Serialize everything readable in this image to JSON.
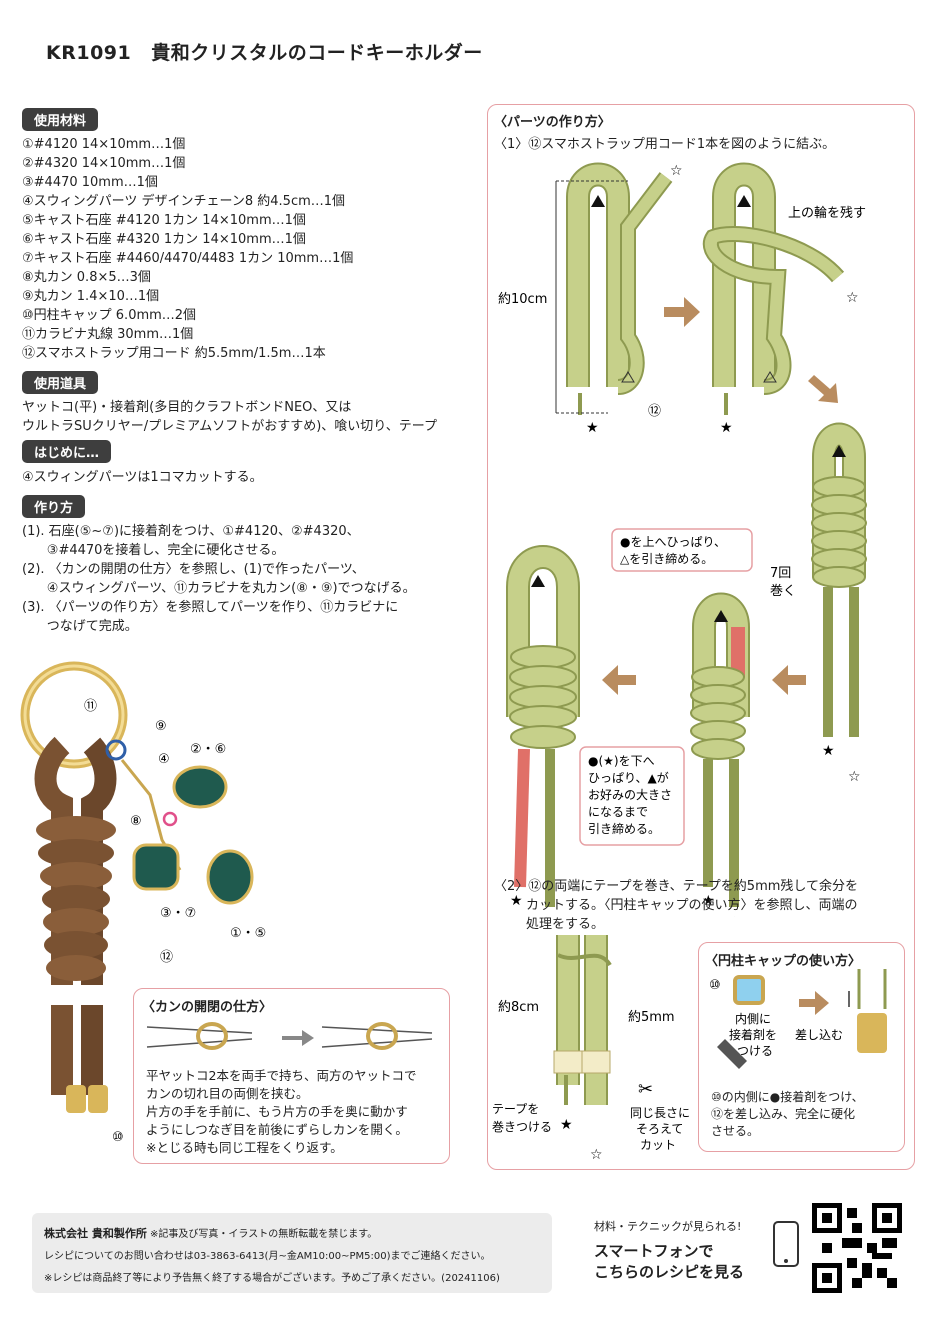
{
  "header": {
    "code": "KR1091",
    "title": "貴和クリスタルのコードキーホルダー"
  },
  "materials": {
    "label": "使用材料",
    "items": [
      "①#4120 14×10mm…1個",
      "②#4320 14×10mm…1個",
      "③#4470 10mm…1個",
      "④スウィングパーツ デザインチェーン8 約4.5cm…1個",
      "⑤キャスト石座 #4120 1カン 14×10mm…1個",
      "⑥キャスト石座 #4320 1カン 14×10mm…1個",
      "⑦キャスト石座 #4460/4470/4483 1カン 10mm…1個",
      "⑧丸カン 0.8×5…3個",
      "⑨丸カン 1.4×10…1個",
      "⑩円柱キャップ 6.0mm…2個",
      "⑪カラビナ丸線 30mm…1個",
      "⑫スマホストラップ用コード 約5.5mm/1.5m…1本"
    ]
  },
  "tools": {
    "label": "使用道具",
    "lines": [
      "ヤットコ(平)・接着剤(多目的クラフトボンドNEO、又は",
      "ウルトラSUクリヤー/プレミアムソフトがおすすめ)、喰い切り、テープ"
    ]
  },
  "intro": {
    "label": "はじめに…",
    "lines": [
      "④スウィングパーツは1コマカットする。"
    ]
  },
  "steps": {
    "label": "作り方",
    "lines": [
      "(1). 石座(⑤~⑦)に接着剤をつけ、①#4120、②#4320、",
      "      ③#4470を接着し、完全に硬化させる。",
      "(2). 〈カンの開閉の仕方〉を参照し、(1)で作ったパーツ、",
      "      ④スウィングパーツ、⑪カラビナを丸カン(⑧・⑨)でつなげる。",
      "(3). 〈パーツの作り方〉を参照してパーツを作り、⑪カラビナに",
      "      つなげて完成。"
    ]
  },
  "product_labels": {
    "l11": "⑪",
    "l9": "⑨",
    "l4": "④",
    "l26": "②・⑥",
    "l8": "⑧",
    "l37": "③・⑦",
    "l15": "①・⑤",
    "l12": "⑫",
    "l10": "⑩"
  },
  "kan": {
    "title": "〈カンの開閉の仕方〉",
    "lines": [
      "平ヤットコ2本を両手で持ち、両方のヤットコで",
      "カンの切れ目の両側を挟む。",
      "片方の手を手前に、もう片方の手を奥に動かす",
      "ようにしつなぎ目を前後にずらしカンを開く。",
      "※とじる時も同じ工程をくり返す。"
    ]
  },
  "parts": {
    "title": "〈パーツの作り方〉",
    "step1": "〈1〉⑫スマホストラップ用コード1本を図のように結ぶ。",
    "keep_loop": "上の輪を残す",
    "length": "約10cm",
    "twelve": "⑫",
    "wrap_count": "7回",
    "wrap_label": "巻く",
    "callout1": [
      "●を上へひっぱり、",
      "△を引き締める。"
    ],
    "callout2": [
      "●(★)を下へ",
      "ひっぱり、▲が",
      "お好みの大きさ",
      "になるまで",
      "引き締める。"
    ],
    "step2": [
      "〈2〉⑫の両端にテープを巻き、テープを約5mm残して余分を",
      "カットする。〈円柱キャップの使い方〉を参照し、両端の",
      "処理をする。"
    ],
    "len8": "約8cm",
    "len5": "約5mm",
    "tape": [
      "テープを",
      "巻きつける"
    ],
    "cut": [
      "同じ長さに",
      "そろえて",
      "カット"
    ]
  },
  "cap": {
    "title": "〈円柱キャップの使い方〉",
    "ten": "⑩",
    "glue_label": [
      "内側に",
      "接着剤を",
      "つける"
    ],
    "insert": "差し込む",
    "desc": [
      "⑩の内側に●接着剤をつけ、",
      "⑫を差し込み、完全に硬化",
      "させる。"
    ]
  },
  "footer": {
    "company": "株式会社 貴和製作所",
    "notice": "※記事及び写真・イラストの無断転載を禁じます。",
    "contact": "レシピについてのお問い合わせは03-3863-6413(月~金AM10:00~PM5:00)までご連絡ください。",
    "end": "※レシピは商品終了等により予告無く終了する場合がございます。予めご了承ください。(20241106)"
  },
  "smartphone": {
    "caption": "材料・テクニックが見られる!",
    "line1": "スマートフォンで",
    "line2": "こちらのレシピを見る"
  },
  "colors": {
    "cord_green": "#c6d08a",
    "cord_outline": "#8e9a50",
    "pink_border": "#e6a0a4",
    "brown": "#7a5232",
    "red": "#e07068",
    "arrow": "#b98c5f"
  }
}
